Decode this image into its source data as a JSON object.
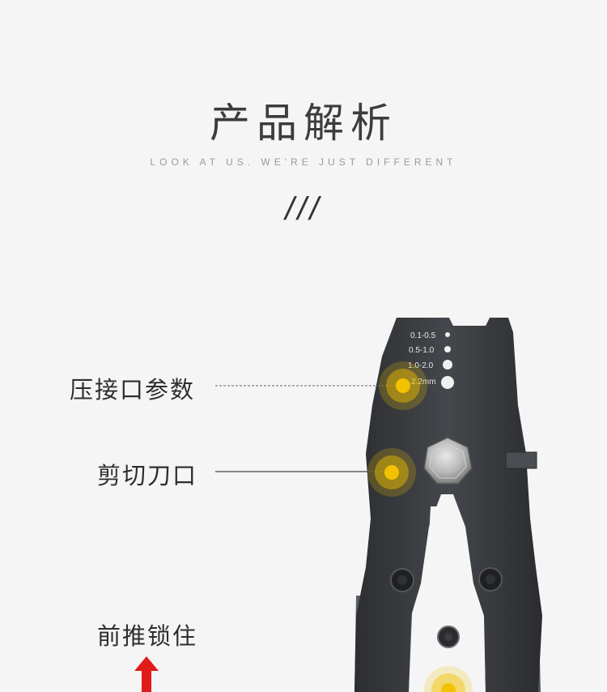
{
  "header": {
    "title": "产品解析",
    "subtitle": "LOOK AT US. WE'RE JUST DIFFERENT",
    "divider": "///"
  },
  "callouts": [
    {
      "label": "压接口参数"
    },
    {
      "label": "剪切刀口"
    },
    {
      "label": "前推锁住"
    }
  ],
  "tool": {
    "crimp_sizes": [
      "0.1-0.5",
      "0.5-1.0",
      "1.0-2.0",
      "2.2mm"
    ]
  },
  "colors": {
    "background": "#f5f5f5",
    "tool_body": "#3a3d40",
    "marker": "#f2c200",
    "arrow": "#e11a1a"
  }
}
